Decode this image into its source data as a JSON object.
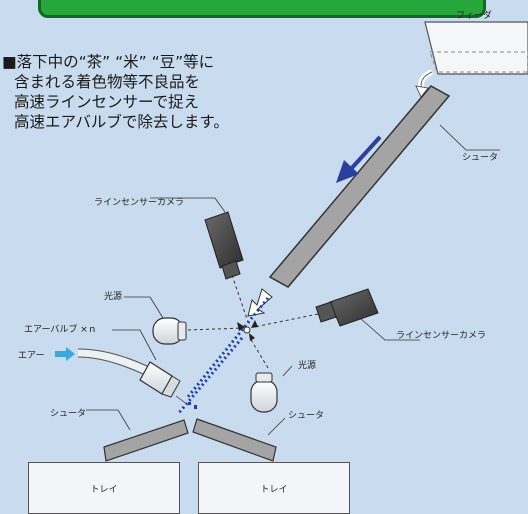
{
  "description": {
    "line1": "■落下中の“茶” “米” “豆”等に",
    "line2": "含まれる着色物等不良品を",
    "line3": "高速ラインセンサーで捉え",
    "line4": "高速エアバルブで除去します。"
  },
  "labels": {
    "feeder": "フィーダ",
    "chute_main": "シュータ",
    "camera_top": "ラインセンサーカメラ",
    "camera_right": "ラインセンサーカメラ",
    "light_left": "光源",
    "light_right": "光源",
    "air_valve": "エアーバルブ ×ｎ",
    "air": "エアー",
    "chute_left": "シュータ",
    "chute_right": "シュータ",
    "tray_left": "トレイ",
    "tray_right": "トレイ"
  },
  "colors": {
    "background": "#c9dbee",
    "banner": "#27a63c",
    "flow_arrow": "#2a3f9e",
    "air_arrow": "#3aa8e0",
    "chute_gray": "#a4a4a4"
  }
}
